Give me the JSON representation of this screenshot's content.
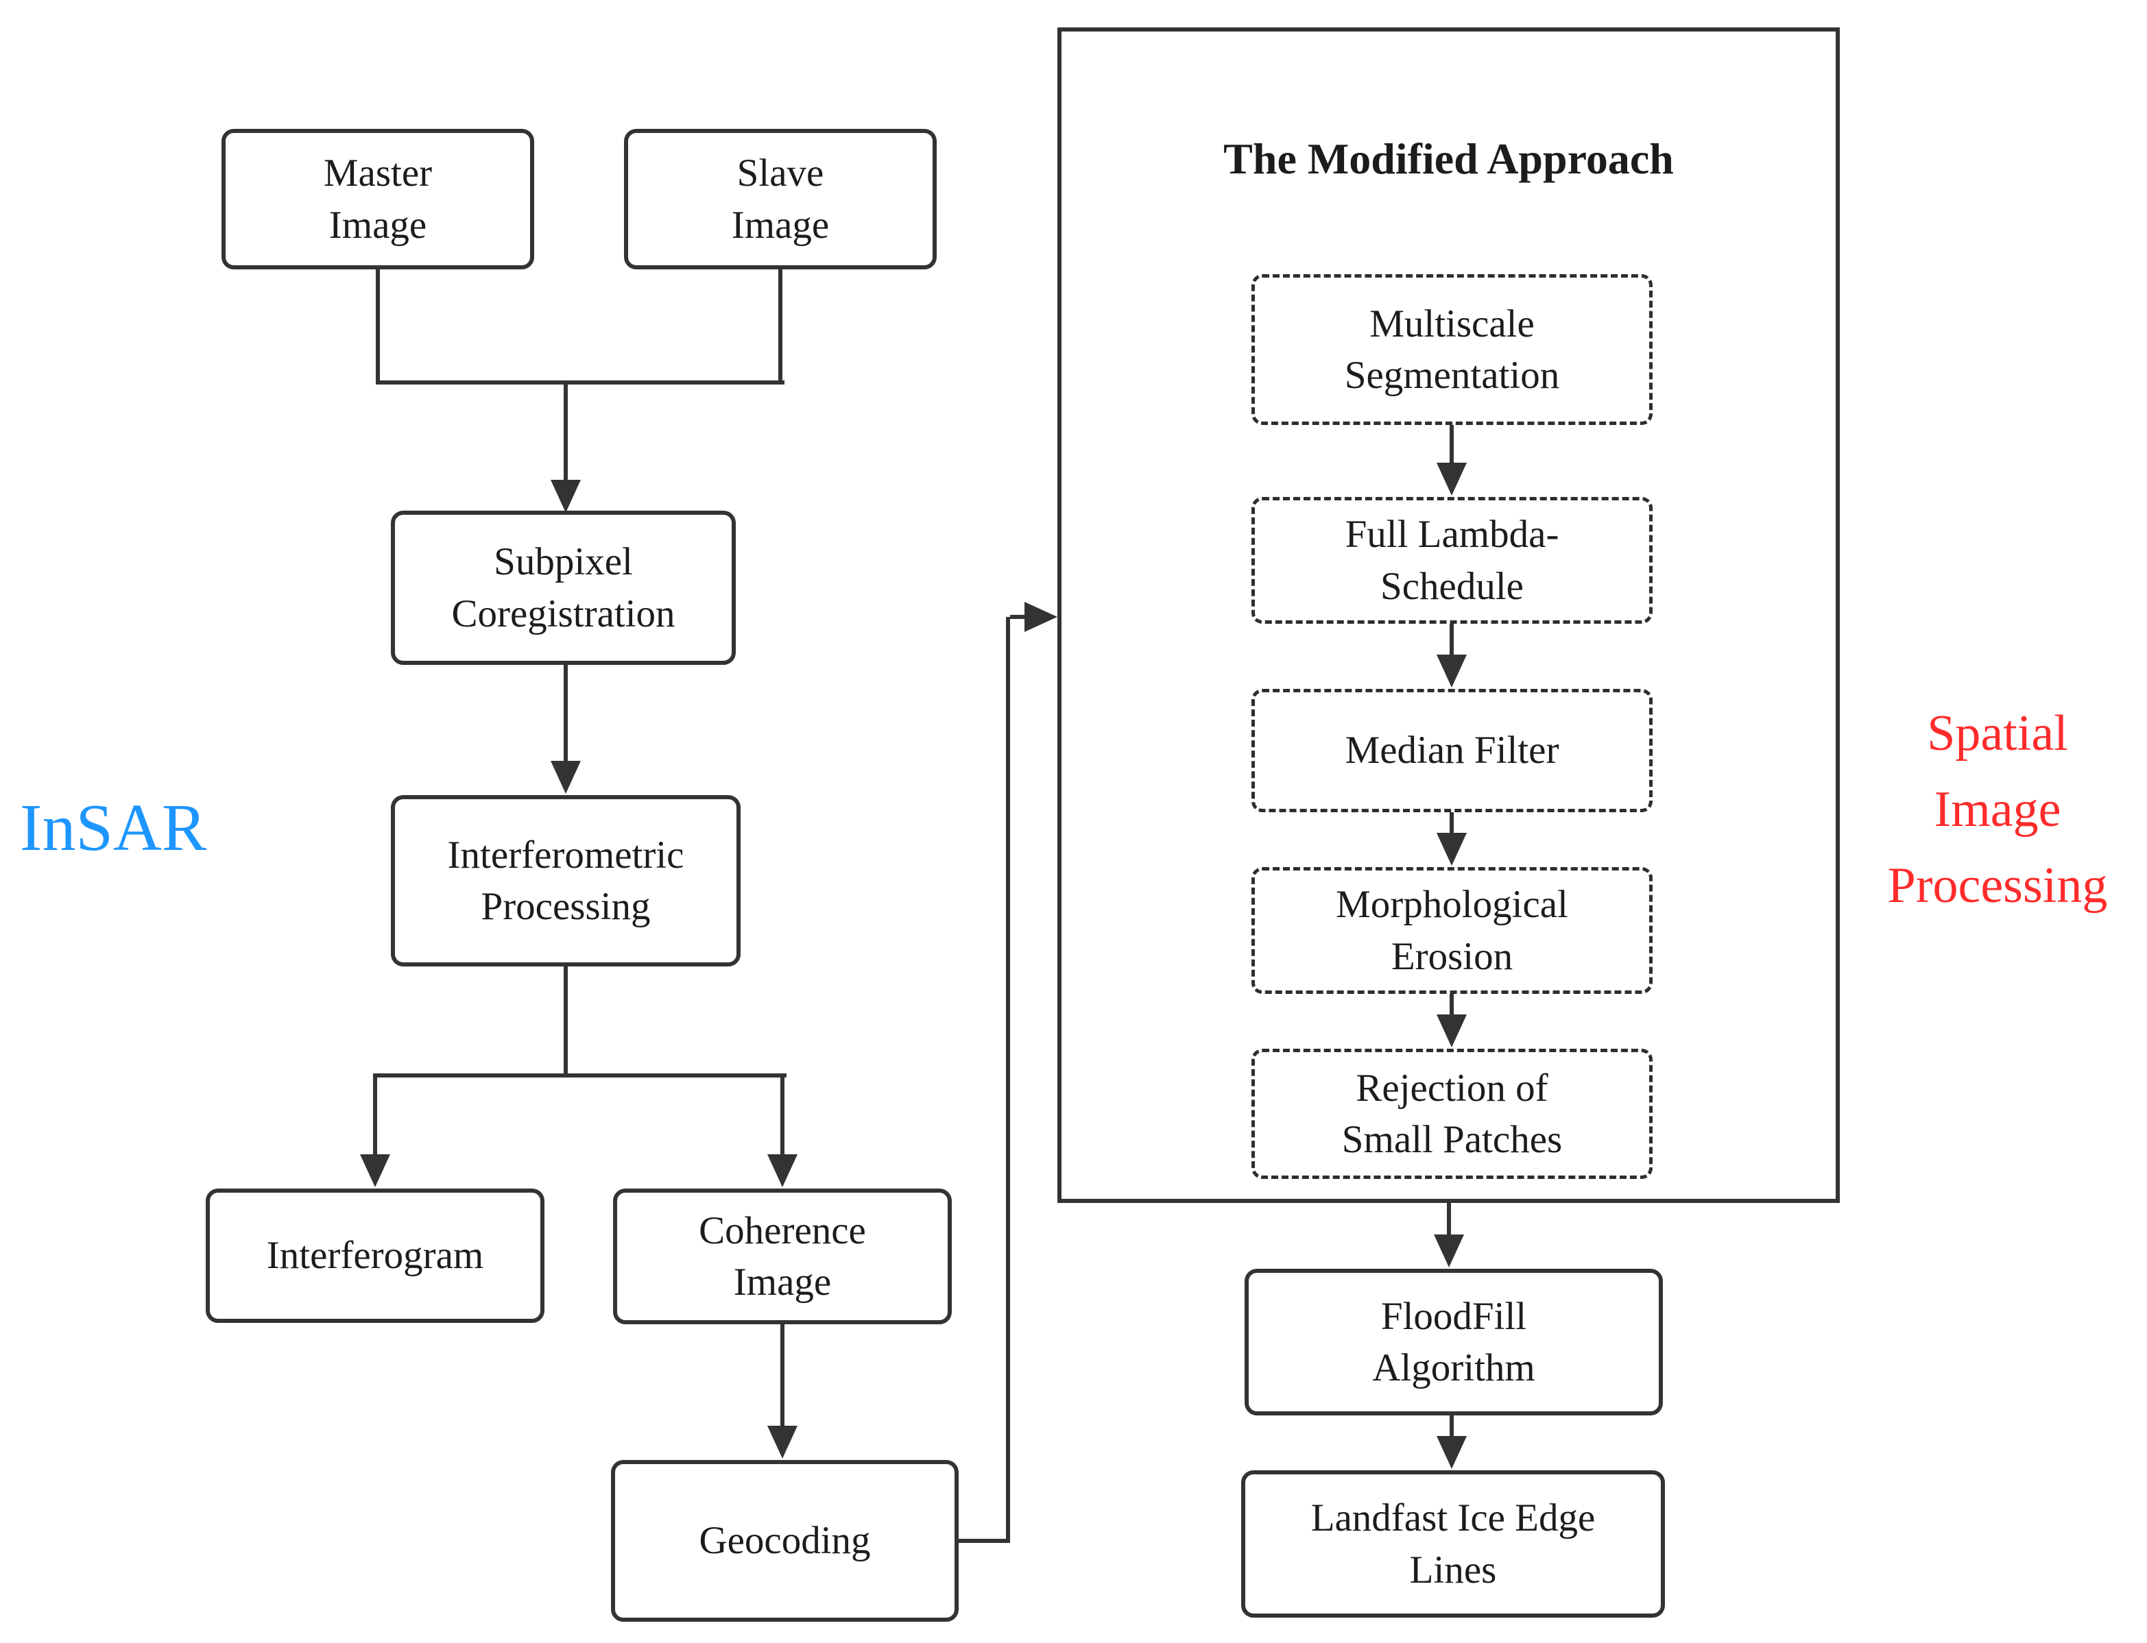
{
  "labels": {
    "insar": "InSAR",
    "spatial": [
      "Spatial",
      "Image",
      "Processing"
    ],
    "approach_title": "The Modified Approach"
  },
  "nodes": {
    "master": [
      "Master",
      "Image"
    ],
    "slave": [
      "Slave",
      "Image"
    ],
    "subpixel": [
      "Subpixel",
      "Coregistration"
    ],
    "interferometric": [
      "Interferometric",
      "Processing"
    ],
    "interferogram": [
      "Interferogram"
    ],
    "coherence": [
      "Coherence",
      "Image"
    ],
    "geocoding": [
      "Geocoding"
    ],
    "multiscale": [
      "Multiscale",
      "Segmentation"
    ],
    "lambda": [
      "Full Lambda-",
      "Schedule"
    ],
    "median": [
      "Median Filter"
    ],
    "morphological": [
      "Morphological",
      "Erosion"
    ],
    "rejection": [
      "Rejection of",
      "Small Patches"
    ],
    "floodfill": [
      "FloodFill",
      "Algorithm"
    ],
    "landfast": [
      "Landfast Ice Edge",
      "Lines"
    ]
  },
  "colors": {
    "insar_blue": "#1E96FF",
    "processing_red": "#FF2B2B",
    "line_dark": "#333333"
  }
}
